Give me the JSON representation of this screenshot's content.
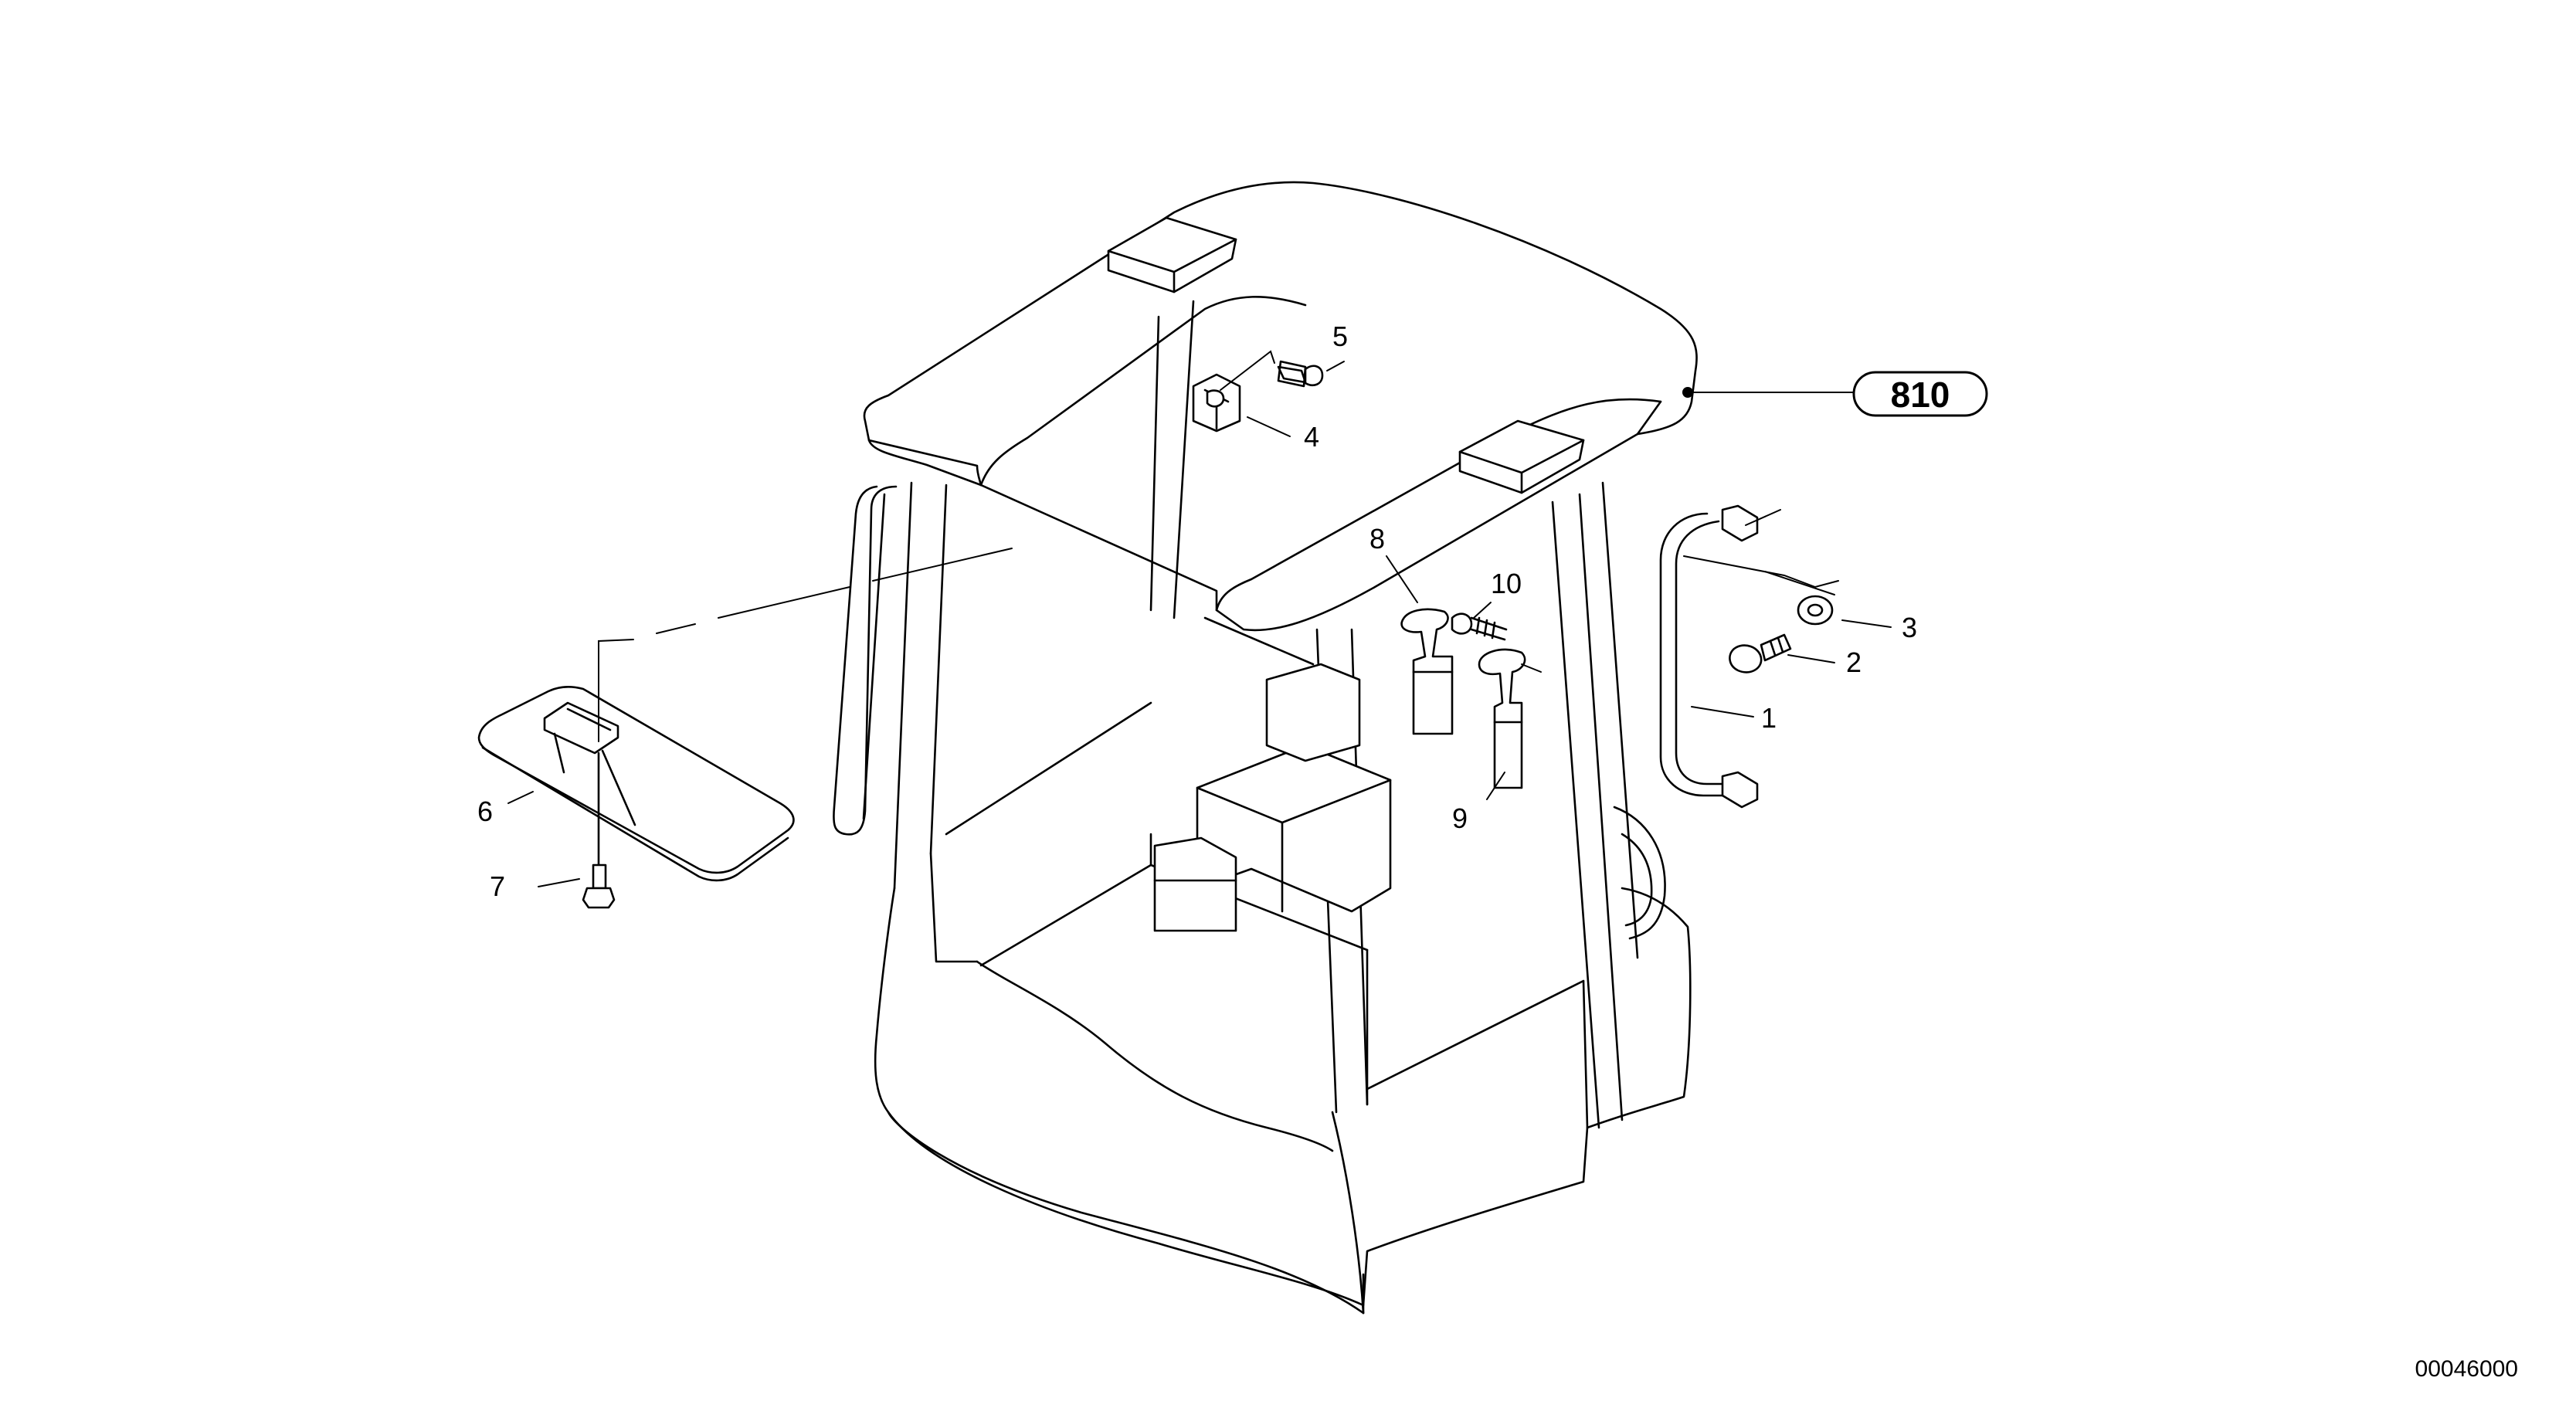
{
  "callouts": {
    "c1": "1",
    "c2": "2",
    "c3": "3",
    "c4": "4",
    "c5": "5",
    "c6": "6",
    "c7": "7",
    "c8": "8",
    "c9": "9",
    "c10": "10"
  },
  "reference_badge": "810",
  "drawing_number": "00046000"
}
